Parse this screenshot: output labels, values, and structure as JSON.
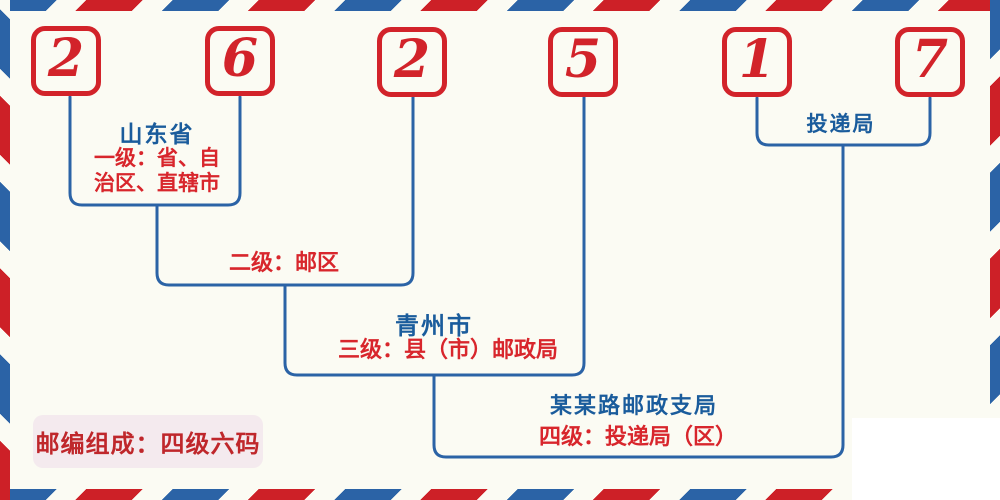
{
  "code": {
    "digits": [
      "2",
      "6",
      "2",
      "5",
      "1",
      "7"
    ]
  },
  "annotations": {
    "level1": {
      "name": "山东省",
      "desc_line1": "一级：省、自",
      "desc_line2": "治区、直辖市"
    },
    "level2": {
      "desc": "二级：邮区"
    },
    "level3": {
      "name": "青州市",
      "desc": "三级：县（市）邮政局"
    },
    "level4": {
      "name": "某某路邮政支局",
      "desc": "四级：投递局（区）"
    },
    "delivery": {
      "name": "投递局"
    }
  },
  "badge": {
    "label": "邮编组成：四级六码"
  },
  "colors": {
    "stripe_red": "#cd2027",
    "stripe_blue": "#2b63a6",
    "digit_red": "#d2232a",
    "line_blue": "#2b63a6",
    "label_blue": "#1a5c9c",
    "label_red": "#d8262c",
    "badge_bg": "#f4eaee",
    "badge_text": "#bf272b",
    "background": "#fbfbf3"
  }
}
